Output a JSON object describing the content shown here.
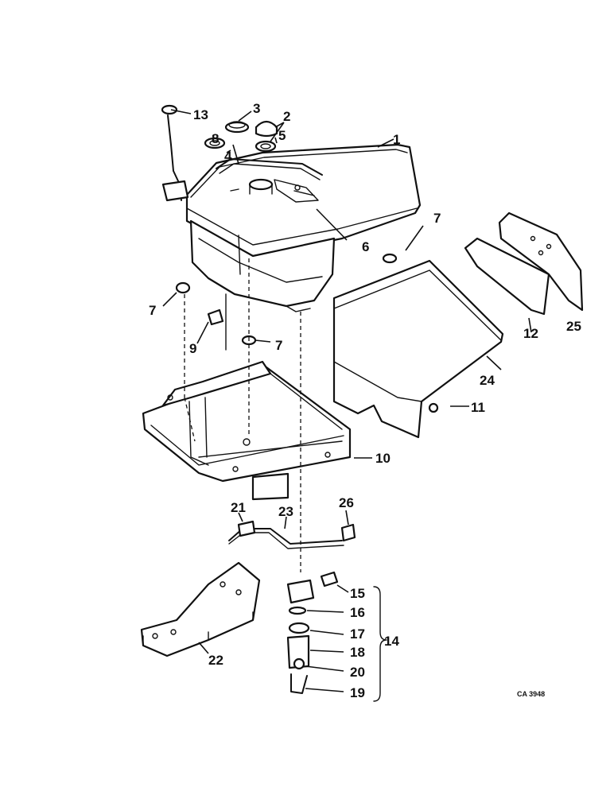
{
  "diagram": {
    "callouts": [
      {
        "id": "c1",
        "text": "1"
      },
      {
        "id": "c2",
        "text": "2"
      },
      {
        "id": "c3",
        "text": "3"
      },
      {
        "id": "c4",
        "text": "4"
      },
      {
        "id": "c5",
        "text": "5"
      },
      {
        "id": "c6",
        "text": "6"
      },
      {
        "id": "c7a",
        "text": "7"
      },
      {
        "id": "c7b",
        "text": "7"
      },
      {
        "id": "c7c",
        "text": "7"
      },
      {
        "id": "c8",
        "text": "8"
      },
      {
        "id": "c9",
        "text": "9"
      },
      {
        "id": "c10",
        "text": "10"
      },
      {
        "id": "c11",
        "text": "11"
      },
      {
        "id": "c12",
        "text": "12"
      },
      {
        "id": "c13",
        "text": "13"
      },
      {
        "id": "c14",
        "text": "14"
      },
      {
        "id": "c15",
        "text": "15"
      },
      {
        "id": "c16",
        "text": "16"
      },
      {
        "id": "c17",
        "text": "17"
      },
      {
        "id": "c18",
        "text": "18"
      },
      {
        "id": "c19",
        "text": "19"
      },
      {
        "id": "c20",
        "text": "20"
      },
      {
        "id": "c21",
        "text": "21"
      },
      {
        "id": "c22",
        "text": "22"
      },
      {
        "id": "c23",
        "text": "23"
      },
      {
        "id": "c24",
        "text": "24"
      },
      {
        "id": "c25",
        "text": "25"
      },
      {
        "id": "c26",
        "text": "26"
      }
    ],
    "drawing_code": "CA 3948"
  }
}
